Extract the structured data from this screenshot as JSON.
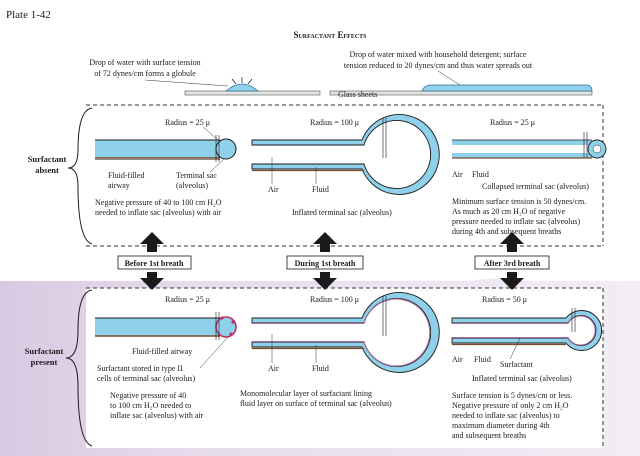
{
  "plate_label": "Plate 1-42",
  "title": "Surfactant Effects",
  "top": {
    "left_caption": [
      "Drop of water with surface tension",
      "of 72 dynes/cm forms a globule"
    ],
    "right_caption": [
      "Drop of water mixed with household detergent; surface",
      "tension reduced to 20 dynes/cm and thus water spreads out"
    ],
    "glass_label": "Glass sheets"
  },
  "rows": {
    "absent": [
      "Surfactant",
      "absent"
    ],
    "present": [
      "Surfactant",
      "present"
    ]
  },
  "transitions": {
    "before": "Before 1st breath",
    "during": "During 1st breath",
    "after": "After 3rd breath"
  },
  "absent": {
    "p1": {
      "radius": "Radius = 25 μ",
      "airway": [
        "Fluid-filled",
        "airway"
      ],
      "sac": [
        "Terminal sac",
        "(alveolus)"
      ],
      "caption": [
        "Negative pressure of 40 to 100 cm H₂O",
        "needed to inflate sac (alveolus) with air"
      ]
    },
    "p2": {
      "radius": "Radius = 100 μ",
      "air": "Air",
      "fluid": "Fluid",
      "caption": [
        "Inflated terminal sac (alveolus)"
      ]
    },
    "p3": {
      "radius": "Radius = 25 μ",
      "air": "Air",
      "fluid": "Fluid",
      "sac": "Collapsed terminal sac (alveolus)",
      "caption": [
        "Minimum surface tension is 50 dynes/cm.",
        "As much as 20 cm H₂O of negative",
        "pressure needed to inflate sac (alveolus)",
        "during 4th and subsequent breaths"
      ]
    }
  },
  "present": {
    "p1": {
      "radius": "Radius = 25 μ",
      "airway": "Fluid-filled airway",
      "stored": [
        "Surfactant stored in type II",
        "cells of terminal sac (alveolus)"
      ],
      "caption": [
        "Negative pressure of 40",
        "to 100 cm H₂O needed to",
        "inflate sac (alveolus) with air"
      ]
    },
    "p2": {
      "radius": "Radius = 100 μ",
      "air": "Air",
      "fluid": "Fluid",
      "caption": [
        "Monomolecular layer of surfactant lining",
        "fluid layer on surface of terminal sac (alveolus)"
      ]
    },
    "p3": {
      "radius": "Radius = 50 μ",
      "air": "Air",
      "fluid": "Fluid",
      "surfactant": "Surfactant",
      "sac": "Inflated terminal sac (alveolus)",
      "caption": [
        "Surface tension is 5 dynes/cm or less.",
        "Negative pressure of only 2 cm H₂O",
        "needed to inflate sac (alveolus) to",
        "maximum diameter during 4th",
        "and subsequent breaths"
      ]
    }
  },
  "colors": {
    "fluid": "#8fd0ea",
    "purple": "#ddd0e4",
    "tube": "#7a4b2a",
    "arrow": "#1a1a1a"
  }
}
